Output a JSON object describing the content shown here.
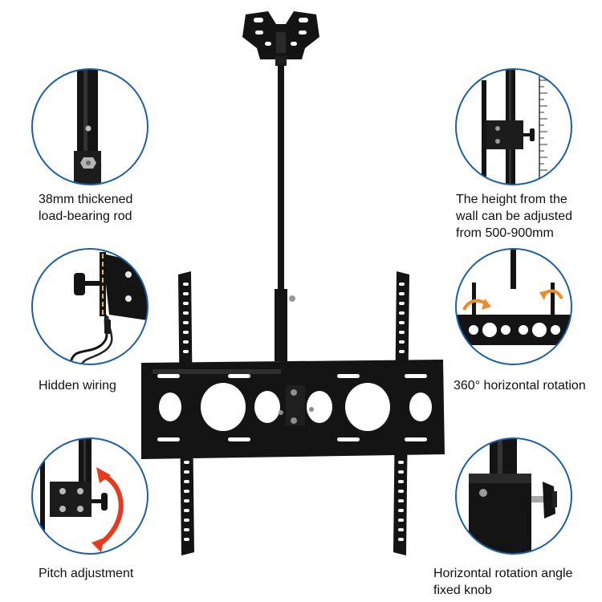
{
  "features": {
    "rod": [
      "38mm thickened",
      "load-bearing rod"
    ],
    "height": [
      "The height from the",
      "wall can be adjusted",
      "from 500-900mm"
    ],
    "wiring": [
      "Hidden wiring"
    ],
    "rotation": [
      "360° horizontal rotation"
    ],
    "pitch": [
      "Pitch adjustment"
    ],
    "knob": [
      "Horizontal rotation angle",
      "fixed knob"
    ]
  },
  "colors": {
    "mount": "#141414",
    "outline": "#1a5fa8",
    "arrow_red": "#e8391d",
    "arrow_orange": "#f08a24"
  }
}
